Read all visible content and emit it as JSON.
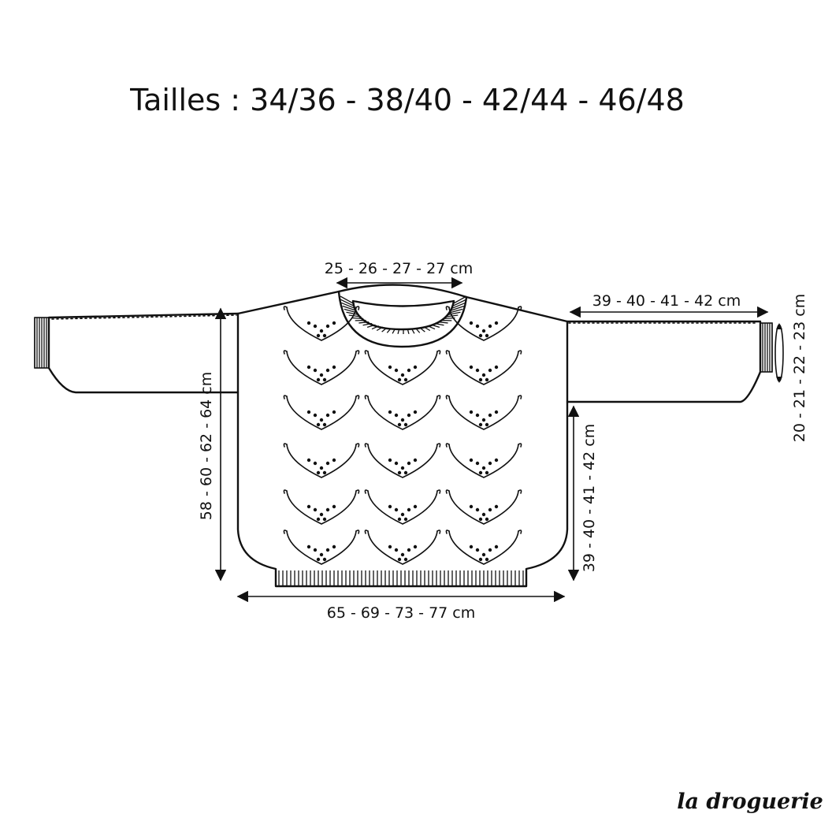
{
  "title": "Tailles : 34/36 - 38/40 - 42/44 - 46/48",
  "measurements": {
    "neck_width": "25 - 26 - 27 - 27 cm",
    "sleeve_length": "39 - 40 - 41 - 42 cm",
    "sleeve_cuff_width": "20 - 21 - 22 - 23 cm",
    "body_length": "58 - 60 - 62 - 64 cm",
    "side_length": "39 - 40 - 41 - 42 cm",
    "body_width": "65 - 69 - 73 - 77 cm"
  },
  "brand": "la droguerie",
  "colors": {
    "ink": "#111111",
    "background": "#ffffff"
  }
}
